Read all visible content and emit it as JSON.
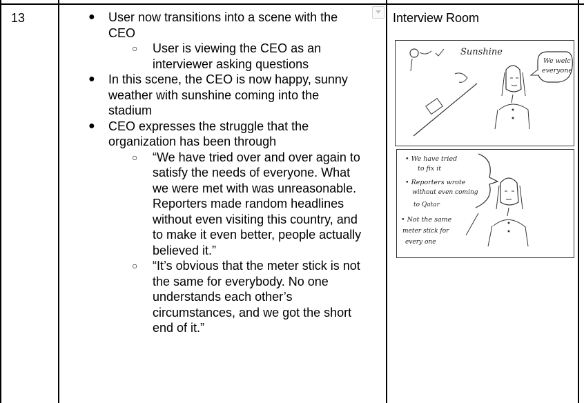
{
  "row": {
    "number": "13",
    "scene_title": "Interview Room"
  },
  "bullets": [
    {
      "level": 1,
      "text": "User now transitions into a scene with the CEO",
      "lines": [
        "User now transitions into a scene with the",
        "CEO"
      ]
    },
    {
      "level": 2,
      "text": "User is viewing the CEO as an interviewer asking questions",
      "lines": [
        "User is viewing the CEO as an",
        "interviewer asking questions"
      ]
    },
    {
      "level": 1,
      "text": "In this scene, the CEO is now happy, sunny weather with sunshine coming into the stadium",
      "lines": [
        "In this scene, the CEO is now happy, sunny",
        "weather with sunshine coming into the",
        "stadium"
      ]
    },
    {
      "level": 1,
      "text": "CEO expresses the struggle that the organization has been through",
      "lines": [
        "CEO expresses the struggle that the",
        "organization has been through"
      ]
    },
    {
      "level": 2,
      "text": "“We have tried over and over again to satisfy the needs of everyone. What we were met with was unreasonable. Reporters made random headlines without even visiting this country, and to make it even better, people actually believed it.”",
      "lines": [
        "“We have tried over and over again to",
        "satisfy the needs of everyone. What",
        "we were met with was unreasonable.",
        "Reporters made random headlines",
        "without even visiting this country, and",
        "to make it even better, people actually",
        "believed it.”"
      ]
    },
    {
      "level": 2,
      "text": "“It’s obvious that the meter stick is not the same for everybody. No one understands each other’s circumstances, and we got the short end of it.”",
      "lines": [
        "“It’s obvious that the meter stick is not",
        "the same for everybody. No one",
        "understands each other’s",
        "circumstances, and we got the short",
        "end of it.”"
      ]
    }
  ],
  "sketch1": {
    "label_sunshine": "Sunshine",
    "bubble_line1": "We welc",
    "bubble_line2": "everyone"
  },
  "sketch2": {
    "note1_line1": "• We have tried",
    "note1_line2": "to fix it",
    "note2_line1": "• Reporters wrote",
    "note2_line2": "without even coming",
    "note2_line3": "to Qatar",
    "note3_line1": "• Not the same",
    "note3_line2": "meter stick for",
    "note3_line3": "every one"
  },
  "icons": {
    "dropdown": "chevron-down-icon",
    "bullet_filled": "●",
    "bullet_hollow": "○"
  }
}
